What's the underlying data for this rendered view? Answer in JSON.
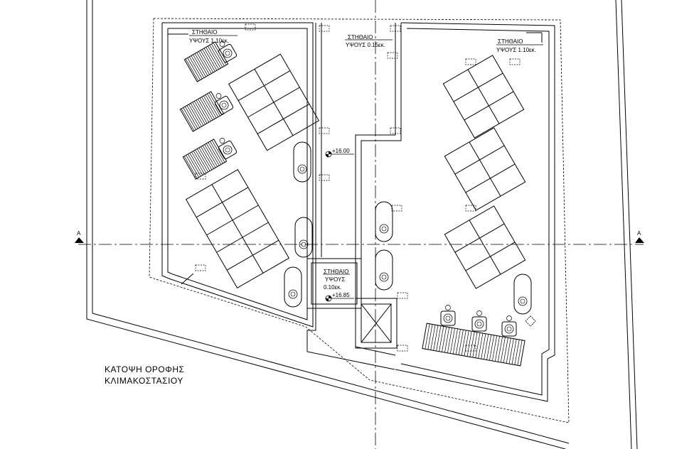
{
  "plan_title": {
    "line1": "ΚΑΤΟΨΗ ΟΡΟΦΗΣ",
    "line2": "ΚΛΙΜΑΚΟΣΤΑΣΙΟΥ"
  },
  "labels": {
    "parapet_left_1": "ΣΤΗΘΑΙΟ",
    "parapet_left_2": "ΥΨΟΥΣ 1.10εκ.",
    "parapet_mid_1": "ΣΤΗΘΑΙΟ",
    "parapet_mid_2": "ΥΨΟΥΣ 0.15εκ.",
    "parapet_right_1": "ΣΤΗΘΑΙΟ",
    "parapet_right_2": "ΥΨΟΥΣ 1.10εκ.",
    "parapet_stair_1": "ΣΤΗΘΑΙΟ",
    "parapet_stair_2": "ΥΨΟΥΣ",
    "parapet_stair_3": "0.10εκ.",
    "elevation_1": "+16.00",
    "elevation_2": "+16.85",
    "section_left": "Α",
    "section_right": "Α"
  },
  "colors": {
    "line": "#000000",
    "background": "#ffffff"
  }
}
